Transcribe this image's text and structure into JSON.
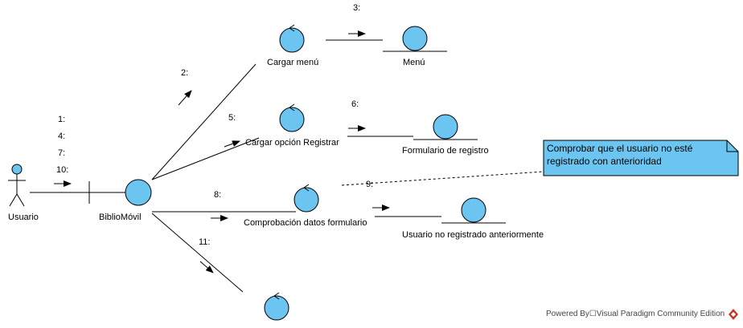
{
  "diagram": {
    "actor": {
      "label": "Usuario"
    },
    "boundary": {
      "label": "BiblioMóvil"
    },
    "controls": [
      {
        "id": "cargar-menu",
        "label": "Cargar menú"
      },
      {
        "id": "cargar-opcion-registrar",
        "label": "Cargar opción Registrar"
      },
      {
        "id": "comprobacion-datos",
        "label": "Comprobación datos formulario"
      },
      {
        "id": "salida",
        "label": ""
      }
    ],
    "entities": [
      {
        "id": "menu",
        "label": "Menú"
      },
      {
        "id": "formulario-registro",
        "label": "Formulario de registro"
      },
      {
        "id": "usuario-no-registrado",
        "label": "Usuario no registrado anteriormente"
      }
    ],
    "messages": {
      "m1": "1:",
      "m2": "2:",
      "m3": "3:",
      "m4": "4:",
      "m5": "5:",
      "m6": "6:",
      "m7": "7:",
      "m8": "8:",
      "m9": "9:",
      "m10": "10:",
      "m11": "11:"
    },
    "note": {
      "text": "Comprobar que el usuario no esté registrado con anterioridad",
      "fill": "#6cc5f0"
    },
    "colors": {
      "object_fill": "#6cc5f0",
      "stroke": "#000000"
    }
  },
  "footer": {
    "text": "Powered By☐Visual Paradigm Community Edition"
  }
}
